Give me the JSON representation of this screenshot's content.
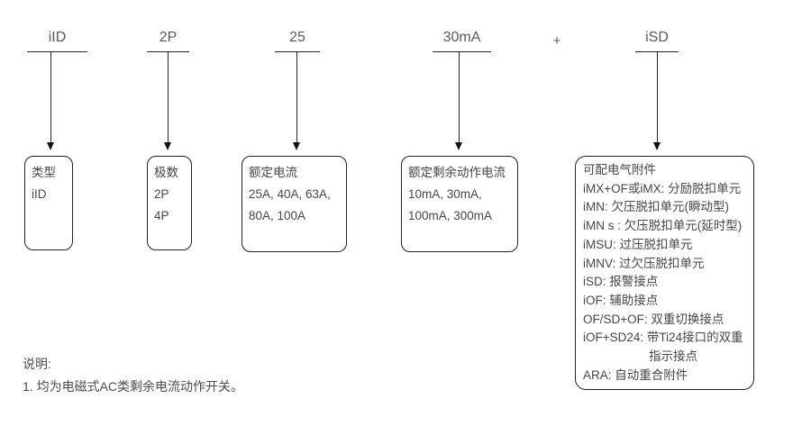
{
  "colors": {
    "text": "#4d4d4d",
    "line": "#262626",
    "background": "#ffffff"
  },
  "columns": [
    {
      "code": "iID",
      "box": {
        "title": "类型",
        "lines": [
          "iID"
        ]
      }
    },
    {
      "code": "2P",
      "box": {
        "title": "极数",
        "lines": [
          "2P",
          "4P"
        ]
      }
    },
    {
      "code": "25",
      "box": {
        "title": "额定电流",
        "lines": [
          "25A, 40A, 63A,",
          "80A, 100A"
        ]
      }
    },
    {
      "code": "30mA",
      "box": {
        "title": "额定剩余动作电流",
        "lines": [
          "10mA, 30mA,",
          "100mA, 300mA"
        ]
      }
    },
    {
      "code": "iSD",
      "box": {
        "title": "可配电气附件",
        "lines": [
          "iMX+OF或iMX: 分励脱扣单元",
          "iMN: 欠压脱扣单元(瞬动型)",
          "iMN s : 欠压脱扣单元(延时型)",
          "iMSU: 过压脱扣单元",
          "iMNV: 过欠压脱扣单元",
          "iSD: 报警接点",
          "iOF: 辅助接点",
          "OF/SD+OF: 双重切换接点",
          "iOF+SD24: 带Ti24接口的双重",
          "指示接点",
          "ARA: 自动重合附件"
        ]
      }
    }
  ],
  "separator": "+",
  "notes": {
    "heading": "说明:",
    "item1": "1. 均为电磁式AC类剩余电流动作开关。"
  }
}
